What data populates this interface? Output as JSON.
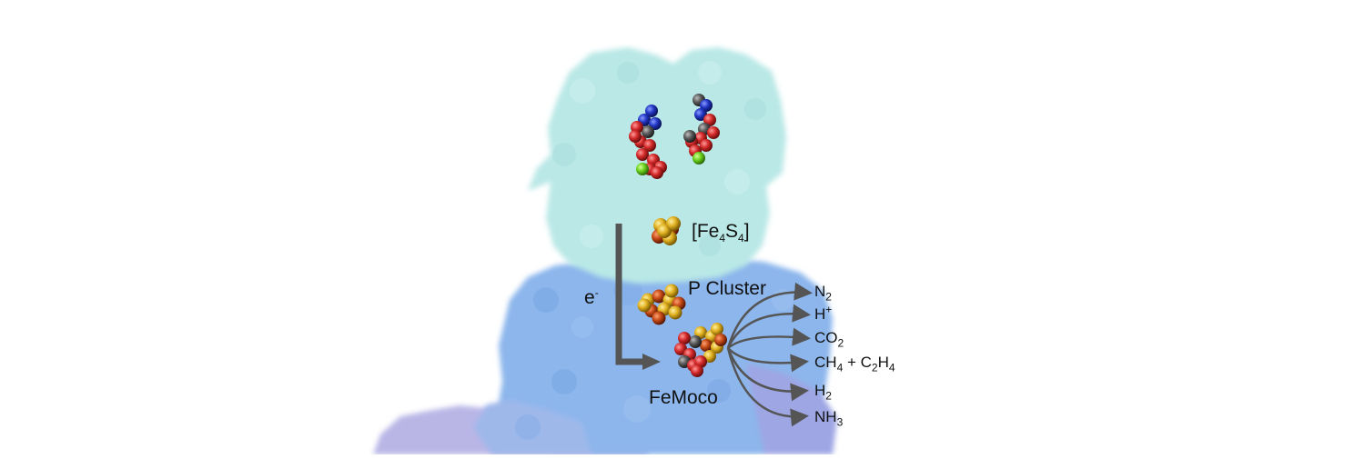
{
  "labels": {
    "fe4s4": {
      "pre": "[Fe",
      "s1": "4",
      "mid": "S",
      "s2": "4",
      "post": "]"
    },
    "electron": {
      "base": "e",
      "sup": "-"
    },
    "p_cluster": "P Cluster",
    "femoco": "FeMoco"
  },
  "products": [
    {
      "id": "n2",
      "parts": [
        [
          "N",
          ""
        ],
        [
          "2",
          "sub"
        ]
      ]
    },
    {
      "id": "h-plus",
      "parts": [
        [
          "H",
          ""
        ],
        [
          "+",
          "sup"
        ]
      ]
    },
    {
      "id": "co2",
      "parts": [
        [
          "CO",
          ""
        ],
        [
          "2",
          "sub"
        ]
      ]
    },
    {
      "id": "ch4-c2h4",
      "parts": [
        [
          "CH",
          ""
        ],
        [
          "4",
          "sub"
        ],
        [
          " + C",
          ""
        ],
        [
          "2",
          "sub"
        ],
        [
          "H",
          ""
        ],
        [
          "4",
          "sub"
        ]
      ]
    },
    {
      "id": "h2",
      "parts": [
        [
          "H",
          ""
        ],
        [
          "2",
          "sub"
        ]
      ]
    },
    {
      "id": "nh3",
      "parts": [
        [
          "NH",
          ""
        ],
        [
          "3",
          "sub"
        ]
      ]
    }
  ],
  "colors": {
    "fe_protein": "#b9e8e6",
    "mofe_protein": "#8cb6ec",
    "lower_lobe": "#b4b0e4",
    "arrow": "#555555",
    "oxygen": "#d42a2a",
    "carbon": "#5a5a5a",
    "nitrogen": "#2236c4",
    "magnesium": "#6ad11c",
    "iron": "#c44a16",
    "sulfur": "#e0b020"
  }
}
